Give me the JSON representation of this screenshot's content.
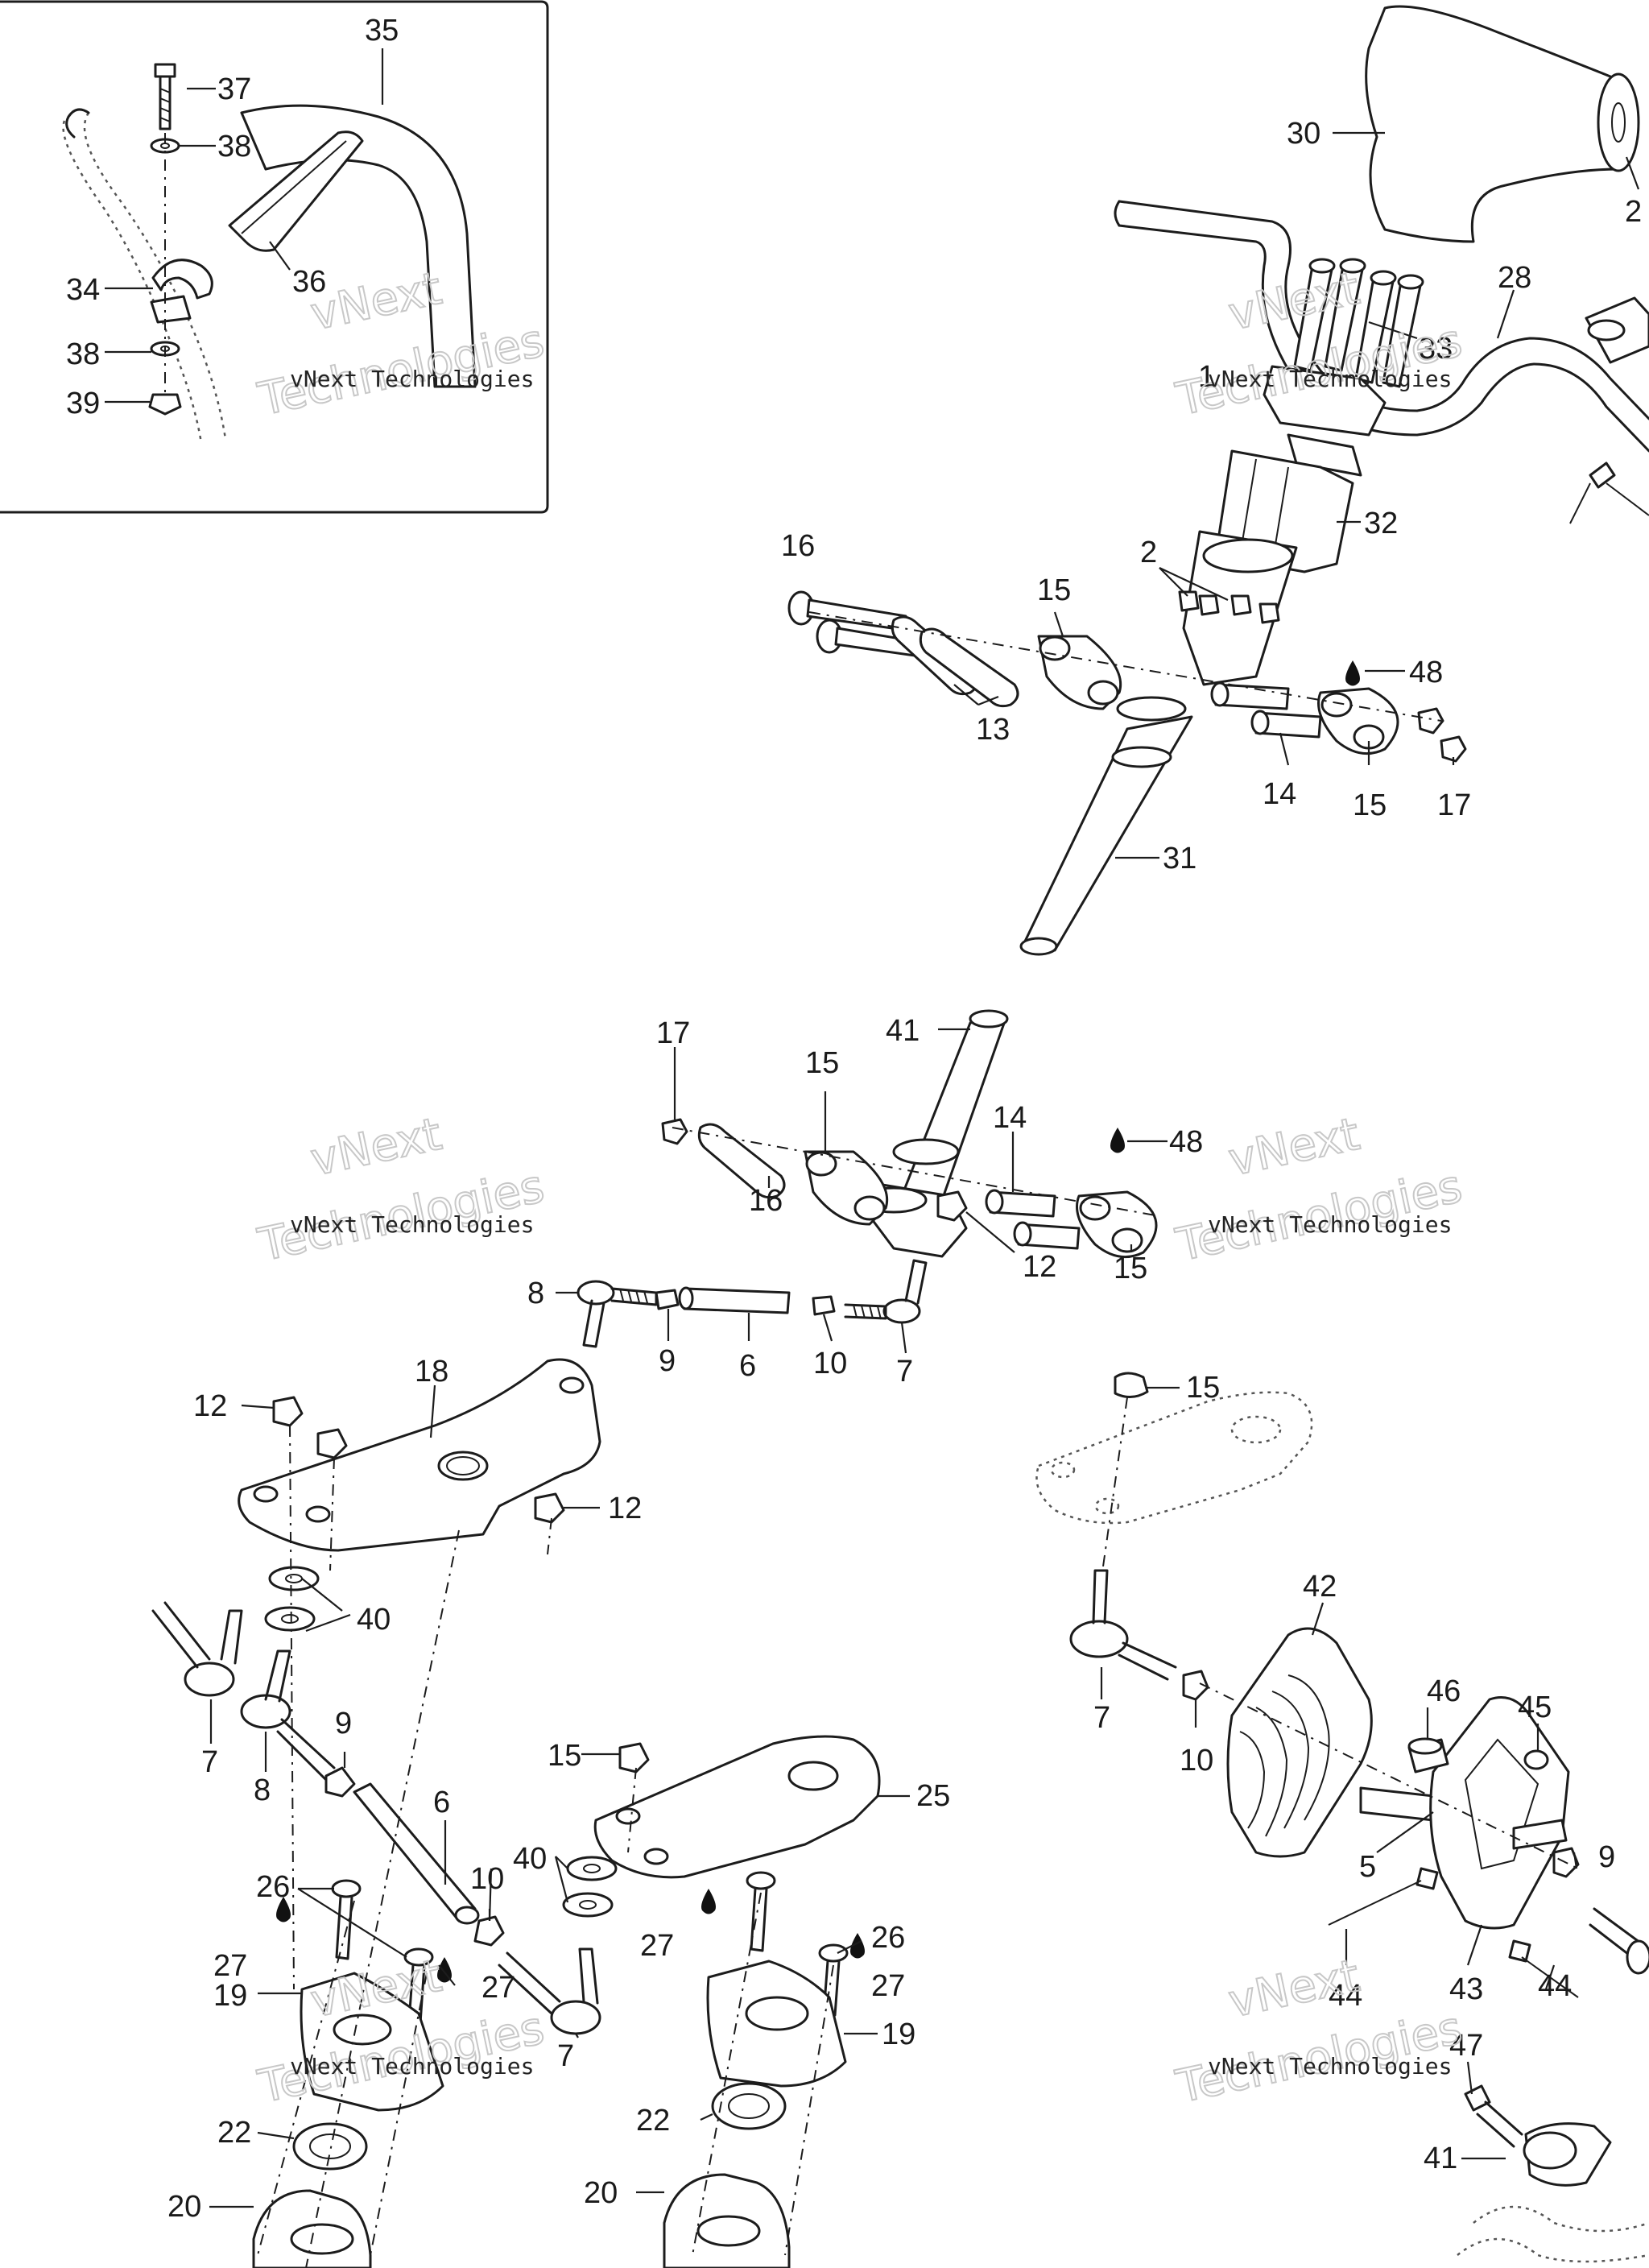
{
  "callouts": [
    "1",
    "2",
    "5",
    "6",
    "7",
    "8",
    "9",
    "10",
    "12",
    "13",
    "14",
    "15",
    "16",
    "17",
    "18",
    "19",
    "20",
    "22",
    "25",
    "26",
    "27",
    "28",
    "30",
    "31",
    "32",
    "33",
    "34",
    "35",
    "36",
    "37",
    "38",
    "39",
    "40",
    "41",
    "42",
    "43",
    "44",
    "45",
    "46",
    "47",
    "48"
  ],
  "watermark": {
    "line1": "vNext Technologies",
    "line2": "vNext",
    "line3": "Technologies"
  },
  "lubricant_symbol": "oil-drop-icon"
}
